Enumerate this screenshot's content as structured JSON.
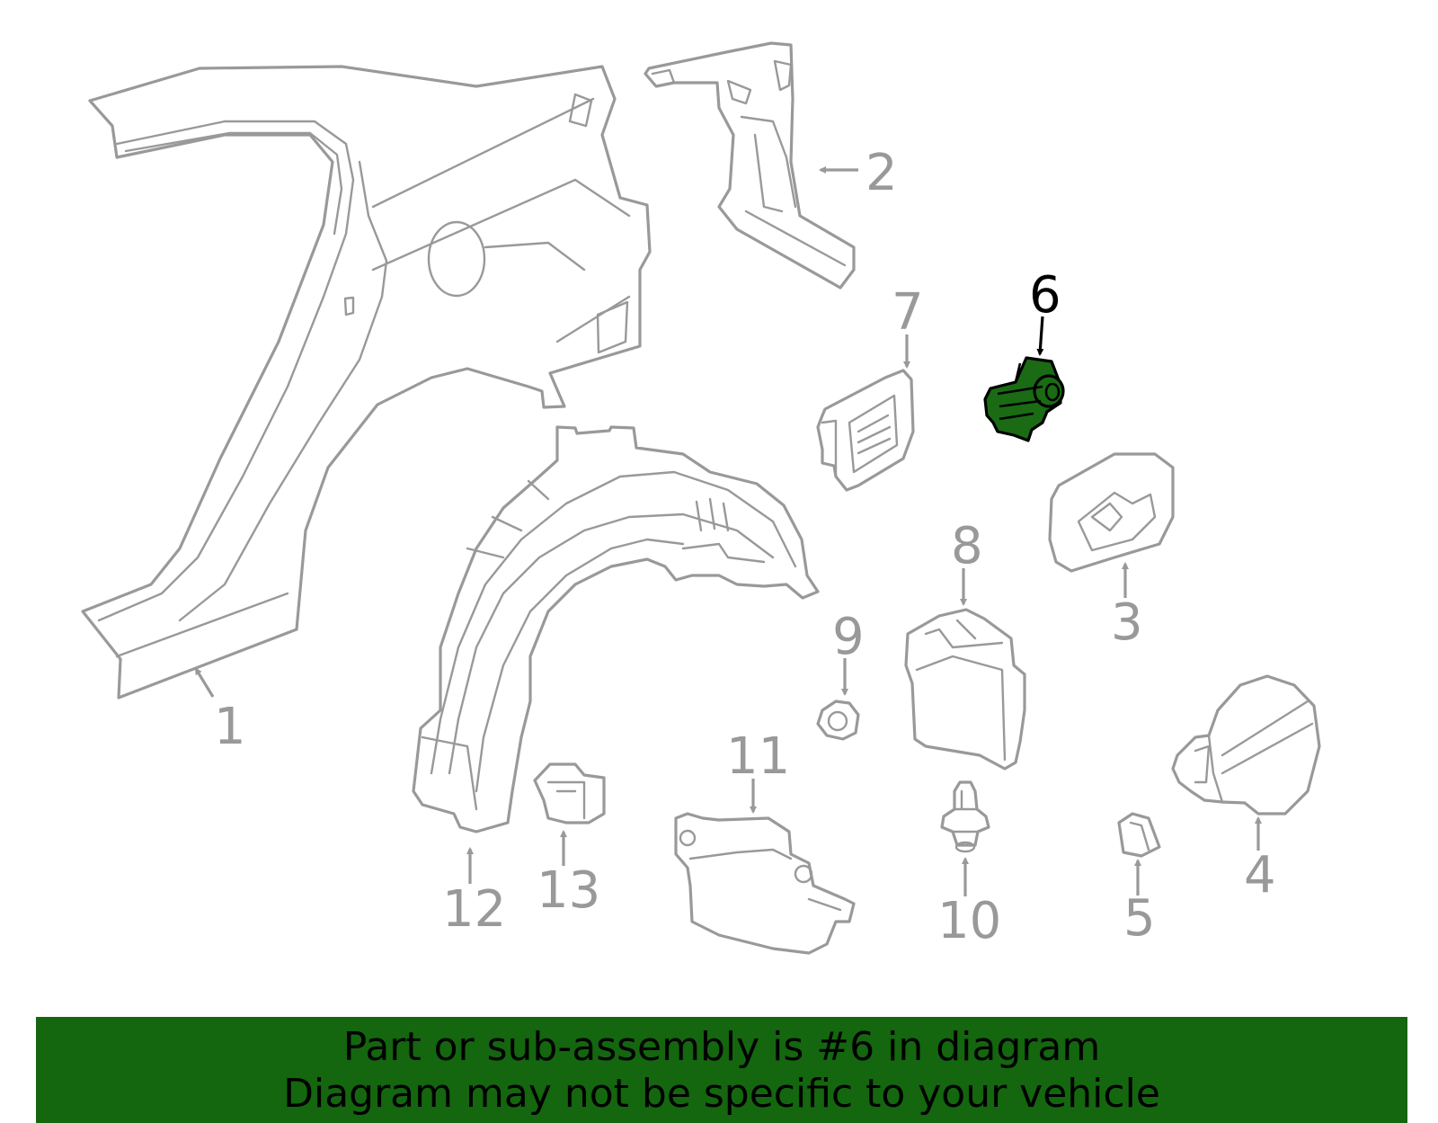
{
  "callouts": {
    "c1": "1",
    "c2": "2",
    "c3": "3",
    "c4": "4",
    "c5": "5",
    "c6": "6",
    "c7": "7",
    "c8": "8",
    "c9": "9",
    "c10": "10",
    "c11": "11",
    "c12": "12",
    "c13": "13"
  },
  "highlighted_callout": "6",
  "colors": {
    "highlight": "#1a6b14",
    "banner": "#14660f",
    "line": "#999999"
  },
  "banner": {
    "line1": "Part or sub-assembly is #6 in diagram",
    "line2": "Diagram may not be specific to your vehicle"
  }
}
